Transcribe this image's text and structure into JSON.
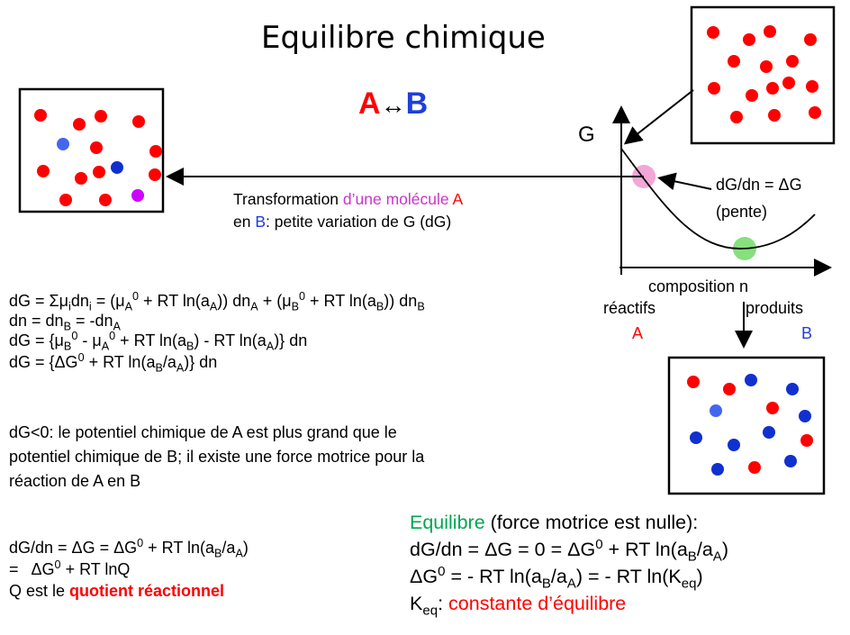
{
  "title": "Equilibre chimique",
  "reaction": {
    "A": "A",
    "arrow": "↔",
    "B": "B"
  },
  "colors": {
    "red": "#ff0000",
    "blue": "#1f3fd8",
    "magenta": "#cc33cc",
    "green": "#00a651",
    "pink_marker": "#f4a6d7",
    "green_marker": "#86e07d"
  },
  "graph": {
    "y_label": "G",
    "x_label": "composition n",
    "left_label": "réactifs",
    "left_species": "A",
    "right_label": "produits",
    "right_species": "B",
    "slope_label_1": "dG/dn = ΔG",
    "slope_label_2": "(pente)"
  },
  "transformation": {
    "part1": "Transformation ",
    "part2": "d’une molécule ",
    "part3": "A",
    "part4": "en ",
    "part5": "B",
    "part6": ": petite variation de G (dG)"
  },
  "derivation": {
    "line4_a": "dG = {ΔG",
    "line4_b": "0",
    "line4_c": " + RT ln(a",
    "line4_d": "B",
    "line4_e": "/a",
    "line4_f": "A",
    "line4_g": ")} dn"
  },
  "explanation": {
    "line1": "dG<0: le potentiel chimique de A est plus grand que le",
    "line2": "potentiel chimique de B; il existe une force motrice pour la",
    "line3": "réaction de A en B"
  },
  "quotient": {
    "line3_a": "Q est le ",
    "line3_b": "quotient réactionnel"
  },
  "equilibrium": {
    "word": "Equilibre",
    "rest": " (force motrice est nulle):",
    "keq_def": "constante d’équilibre"
  }
}
